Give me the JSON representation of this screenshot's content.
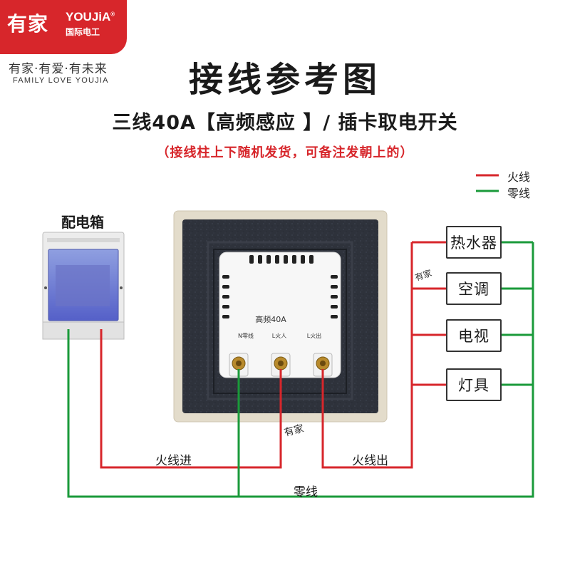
{
  "brand": {
    "name_cn": "有家",
    "name_en": "YOUJiA",
    "registered": "®",
    "sub": "国际电工",
    "slogan_cn": "有家·有爱·有未来",
    "slogan_en": "FAMILY LOVE YOUJIA",
    "watermark_cn": "有家"
  },
  "title": "接线参考图",
  "subtitle": "三线40A【高频感应 】/ 插卡取电开关",
  "note": "（接线柱上下随机发货，可备注发朝上的）",
  "legend": [
    {
      "label": "火线",
      "color": "#d7262b"
    },
    {
      "label": "零线",
      "color": "#1a9a3a"
    }
  ],
  "distribution_box": {
    "label": "配电箱"
  },
  "switch": {
    "module_label": "高频40A",
    "terminals": [
      "N零线",
      "L火人",
      "L火出"
    ]
  },
  "loads": [
    "热水器",
    "空调",
    "电视",
    "灯具"
  ],
  "wire_labels": {
    "live_in": "火线进",
    "live_out": "火线出",
    "neutral": "零线"
  },
  "colors": {
    "live": "#d7262b",
    "neutral": "#1a9a3a",
    "brand": "#d7262b"
  }
}
